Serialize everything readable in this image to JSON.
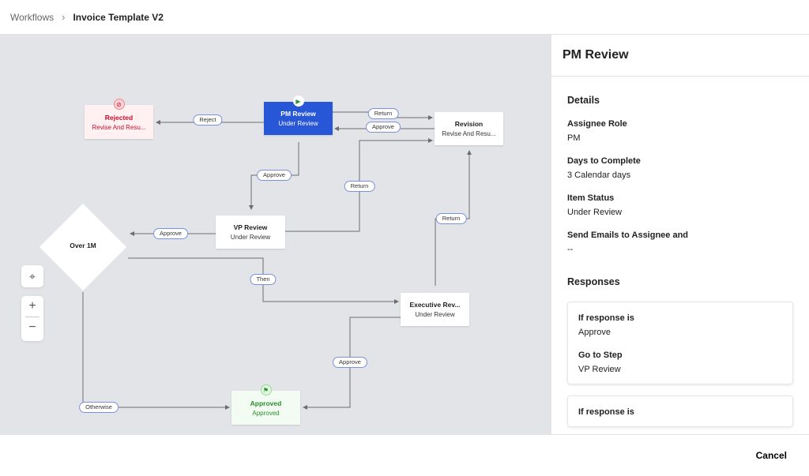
{
  "header": {
    "breadcrumb_root": "Workflows",
    "title": "Invoice Template V2"
  },
  "colors": {
    "accent": "#2757d6",
    "rejected": "#c8102e",
    "approved": "#2e8b2e",
    "canvas": "#e3e4e8"
  },
  "nodes": {
    "rejected": {
      "title": "Rejected",
      "status": "Revise And Resu...",
      "icon": "cancel-circle-icon"
    },
    "pm": {
      "title": "PM Review",
      "status": "Under Review",
      "icon": "play-icon"
    },
    "revision": {
      "title": "Revision",
      "status": "Revise And Resu..."
    },
    "vp": {
      "title": "VP Review",
      "status": "Under Review"
    },
    "over": {
      "title": "Over 1M"
    },
    "exec": {
      "title": "Executive Rev...",
      "status": "Under Review"
    },
    "approved": {
      "title": "Approved",
      "status": "Approved",
      "icon": "flag-icon"
    }
  },
  "edges": {
    "reject": "Reject",
    "return1": "Return",
    "approve1": "Approve",
    "approve2": "Approve",
    "return2": "Return",
    "approve3": "Approve",
    "then": "Then",
    "return3": "Return",
    "approve4": "Approve",
    "otherwise": "Otherwise"
  },
  "controls": {
    "recenter": "crosshair-icon",
    "zoom_in": "+",
    "zoom_out": "−"
  },
  "panel": {
    "title": "PM Review",
    "details_heading": "Details",
    "fields": [
      {
        "label": "Assignee Role",
        "value": "PM"
      },
      {
        "label": "Days to Complete",
        "value": "3 Calendar days"
      },
      {
        "label": "Item Status",
        "value": "Under Review"
      },
      {
        "label": "Send Emails to Assignee and",
        "value": "--"
      }
    ],
    "responses_heading": "Responses",
    "responses": [
      {
        "if_label": "If response is",
        "if_value": "Approve",
        "go_label": "Go to Step",
        "go_value": "VP Review"
      },
      {
        "if_label": "If response is"
      }
    ]
  },
  "footer": {
    "cancel": "Cancel"
  }
}
